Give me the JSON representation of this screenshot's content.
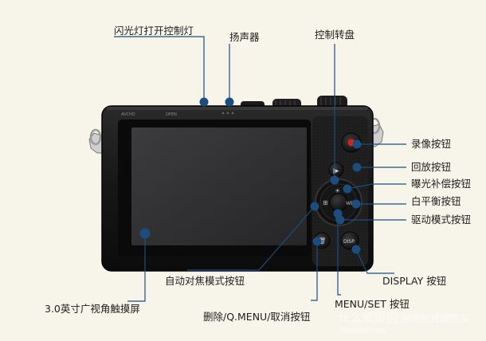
{
  "camera": {
    "brand_mark": "AVCHD",
    "open_label": "OPEN",
    "buttons": {
      "play": "▶",
      "wb": "WB",
      "disp": "DISP."
    }
  },
  "callouts": {
    "flash_lamp": "闪光灯打开控制灯",
    "speaker": "扬声器",
    "control_dial": "控制转盘",
    "record": "录像按钮",
    "playback": "回放按钮",
    "exposure_comp": "曝光补偿按钮",
    "white_balance": "白平衡按钮",
    "drive_mode": "驱动模式按钮",
    "display": "DISPLAY 按钮",
    "af_mode": "自动对焦模式按钮",
    "menu_set": "MENU/SET 按钮",
    "delete_qmenu": "删除/Q.MENU/取消按钮",
    "touchscreen": "3.0英寸广视角触摸屏"
  },
  "watermark": {
    "site": "什么值得买",
    "url": "Meidebi.com",
    "slogan": "网购有钱便得买"
  },
  "colors": {
    "background": "#f7f5ea",
    "camera_body": "#151515",
    "lcd": "#2f2f31",
    "line": "#1b4e7e",
    "dot": "#1b4e7e",
    "record_red": "#d4241a"
  }
}
